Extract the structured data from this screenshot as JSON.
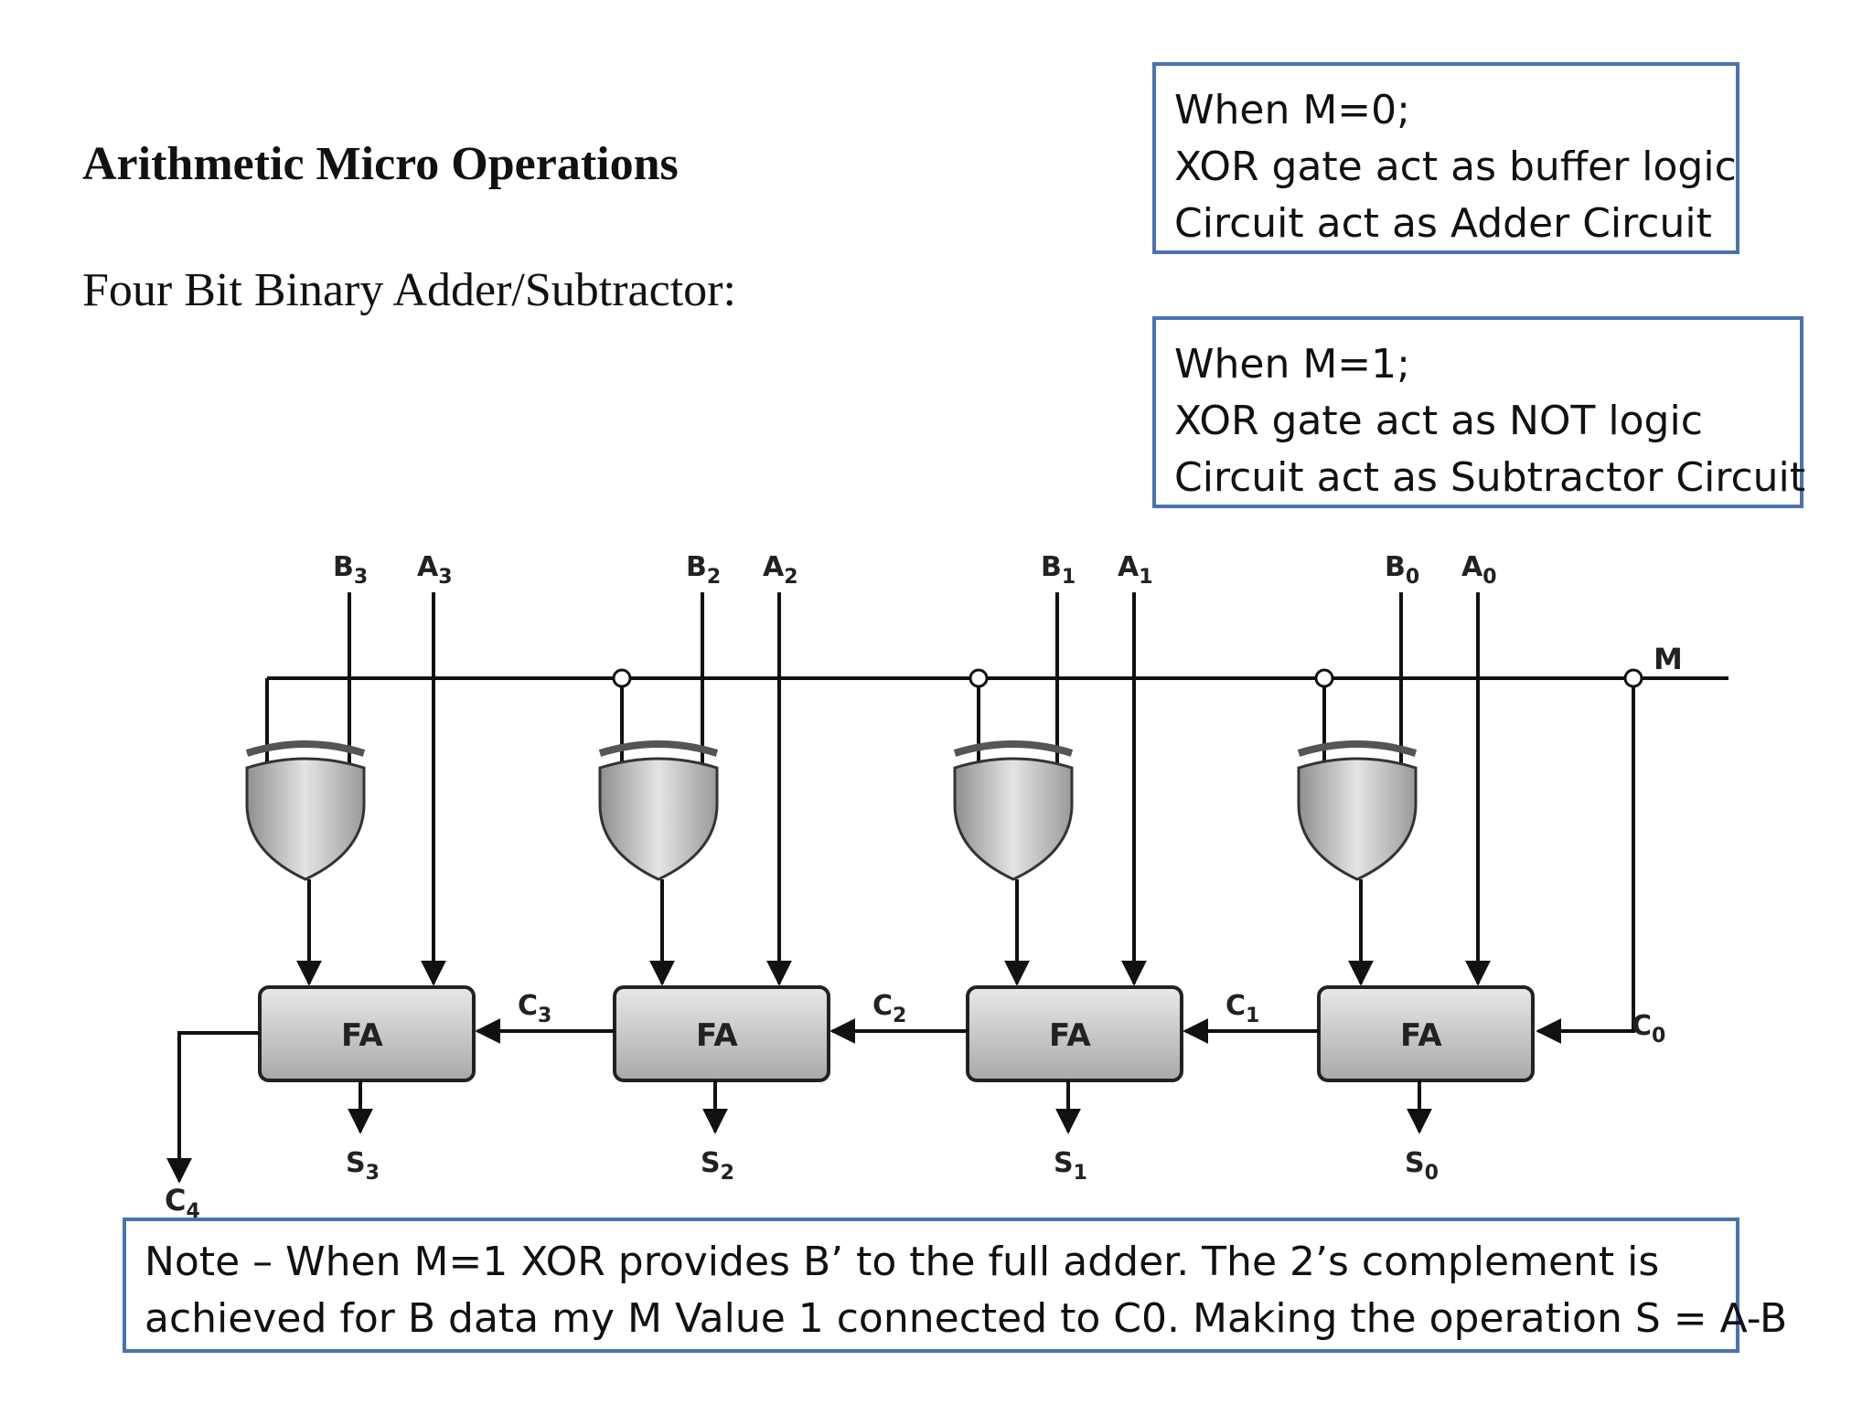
{
  "title": "Arithmetic Micro Operations",
  "subtitle": "Four Bit Binary Adder/Subtractor:",
  "box_m0": {
    "lines": [
      "When M=0;",
      "XOR gate act as buffer logic",
      "Circuit act as Adder Circuit"
    ]
  },
  "box_m1": {
    "lines": [
      "When M=1;",
      "XOR gate act as NOT logic",
      "Circuit act as Subtractor Circuit"
    ]
  },
  "note": {
    "lines": [
      "Note – When M=1 XOR provides B’ to the full adder. The 2’s complement is",
      "achieved for B data my M Value 1 connected to C0. Making the operation S = A-B"
    ]
  },
  "diagram": {
    "control_label": "M",
    "fa_label": "FA",
    "stages": [
      {
        "b": "B",
        "b_sub": "3",
        "a": "A",
        "a_sub": "3",
        "s": "S",
        "s_sub": "3",
        "carry_in": "C",
        "carry_in_sub": "3"
      },
      {
        "b": "B",
        "b_sub": "2",
        "a": "A",
        "a_sub": "2",
        "s": "S",
        "s_sub": "2",
        "carry_in": "C",
        "carry_in_sub": "2"
      },
      {
        "b": "B",
        "b_sub": "1",
        "a": "A",
        "a_sub": "1",
        "s": "S",
        "s_sub": "1",
        "carry_in": "C",
        "carry_in_sub": "1"
      },
      {
        "b": "B",
        "b_sub": "0",
        "a": "A",
        "a_sub": "0",
        "s": "S",
        "s_sub": "0",
        "carry_in": "C",
        "carry_in_sub": "0"
      }
    ],
    "carry_out": "C",
    "carry_out_sub": "4"
  }
}
